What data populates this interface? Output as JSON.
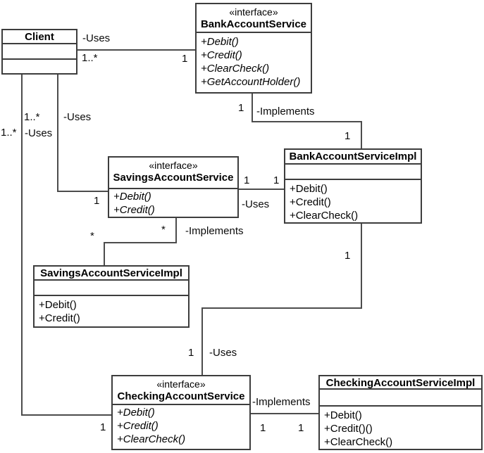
{
  "classes": {
    "client": {
      "name": "Client"
    },
    "bank_account_service": {
      "stereotype": "«interface»",
      "name": "BankAccountService",
      "methods": [
        "+Debit()",
        "+Credit()",
        "+ClearCheck()",
        "+GetAccountHolder()"
      ]
    },
    "bank_account_service_impl": {
      "name": "BankAccountServiceImpl",
      "methods": [
        "+Debit()",
        "+Credit()",
        "+ClearCheck()"
      ]
    },
    "savings_account_service": {
      "stereotype": "«interface»",
      "name": "SavingsAccountService",
      "methods": [
        "+Debit()",
        "+Credit()"
      ]
    },
    "savings_account_service_impl": {
      "name": "SavingsAccountServiceImpl",
      "methods": [
        "+Debit()",
        "+Credit()"
      ]
    },
    "checking_account_service": {
      "stereotype": "«interface»",
      "name": "CheckingAccountService",
      "methods": [
        "+Debit()",
        "+Credit()",
        "+ClearCheck()"
      ]
    },
    "checking_account_service_impl": {
      "name": "CheckingAccountServiceImpl",
      "methods": [
        "+Debit()",
        "+Credit()()",
        "+ClearCheck()"
      ]
    }
  },
  "relationships": {
    "client_uses_bank_account_service": {
      "name": "-Uses",
      "client_mult": "1..*",
      "service_mult": "1"
    },
    "client_uses_savings_account_service": {
      "name": "-Uses",
      "client_mult": "1..*",
      "service_mult": "1"
    },
    "client_uses_checking_account_service": {
      "name": "-Uses",
      "client_mult": "1..*",
      "service_mult": "1"
    },
    "bank_impl_implements_bank_service": {
      "name": "-Implements",
      "service_mult": "1",
      "impl_mult": "1"
    },
    "savings_impl_implements_savings_service": {
      "name": "-Implements",
      "service_mult": "*",
      "impl_mult": "*"
    },
    "checking_impl_implements_checking_service": {
      "name": "-Implements",
      "service_mult": "1",
      "impl_mult": "1"
    },
    "bank_impl_uses_savings_service": {
      "name": "-Uses",
      "service_mult": "1",
      "impl_mult": "1"
    },
    "bank_impl_uses_checking_service": {
      "name": "-Uses",
      "impl_mult": "1",
      "service_mult": "1"
    }
  },
  "colors": {
    "background": "#ffffff",
    "box_border": "#3d3d3d",
    "edge_line": "#4c4c4c",
    "text": "#000000"
  }
}
